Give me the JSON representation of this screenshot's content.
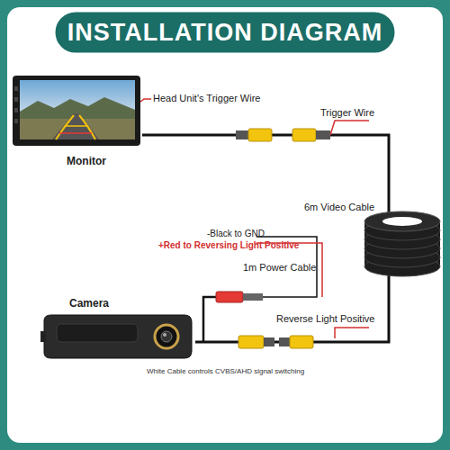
{
  "diagram": {
    "title": "INSTALLATION DIAGRAM",
    "nodes": [
      {
        "text": [
          "Monitor"
        ]
      },
      {
        "text": [
          "Camera"
        ]
      }
    ],
    "edges": [
      {
        "from": 1,
        "to": 0,
        "arrow": "none"
      }
    ],
    "labels": [
      "Head Unit's Trigger Wire",
      "Trigger Wire",
      "6m Video Cable",
      "-Black to GND",
      "+Red to Reversing Light Positive",
      "1m Power Cable",
      "Reverse Light Positive",
      "White Cable controls CVBS/AHD signal switching"
    ]
  }
}
